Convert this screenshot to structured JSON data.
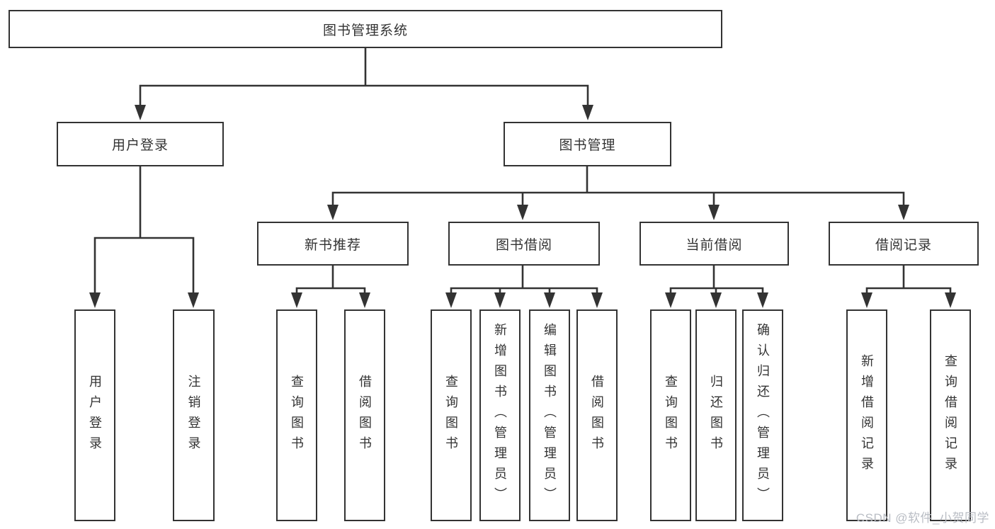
{
  "diagram": {
    "root": {
      "label": "图书管理系统"
    },
    "branches": [
      {
        "label": "用户登录",
        "leaves": [
          {
            "label": "用户登录"
          },
          {
            "label": "注销登录"
          }
        ]
      },
      {
        "label": "图书管理",
        "children": [
          {
            "label": "新书推荐",
            "leaves": [
              {
                "label": "查询图书"
              },
              {
                "label": "借阅图书"
              }
            ]
          },
          {
            "label": "图书借阅",
            "leaves": [
              {
                "label": "查询图书"
              },
              {
                "label": "新增图书（管理员）"
              },
              {
                "label": "编辑图书（管理员）"
              },
              {
                "label": "借阅图书"
              }
            ]
          },
          {
            "label": "当前借阅",
            "leaves": [
              {
                "label": "查询图书"
              },
              {
                "label": "归还图书"
              },
              {
                "label": "确认归还（管理员）"
              }
            ]
          },
          {
            "label": "借阅记录",
            "leaves": [
              {
                "label": "新增借阅记录"
              },
              {
                "label": "查询借阅记录"
              }
            ]
          }
        ]
      }
    ]
  },
  "watermark": {
    "text": "CSDN @软件_小贺同学"
  },
  "colors": {
    "line": "#333333",
    "node_border": "#333333",
    "node_text": "#333333",
    "background": "#ffffff",
    "watermark_text": "#b9bdc4"
  }
}
